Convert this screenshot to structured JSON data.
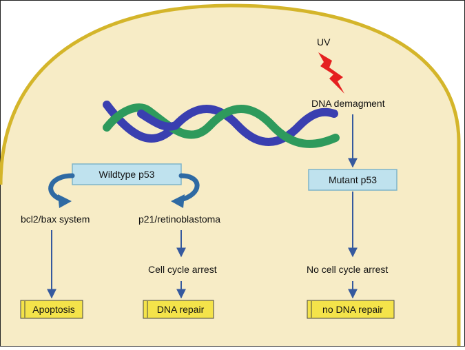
{
  "uv_label": "UV",
  "dna_damage_label": "DNA demagment",
  "wildtype_label": "Wildtype p53",
  "mutant_label": "Mutant p53",
  "bcl2_label": "bcl2/bax system",
  "p21_label": "p21/retinoblastoma",
  "cell_cycle_arrest_label": "Cell cycle arrest",
  "no_cell_cycle_arrest_label": "No cell cycle arrest",
  "apoptosis_label": "Apoptosis",
  "dna_repair_label": "DNA repair",
  "no_dna_repair_label": "no DNA repair",
  "colors": {
    "cell_fill": "#f7ecc6",
    "membrane": "#d4b52a",
    "blue_box": "#bfe2ee",
    "yellow_box": "#f4e34a",
    "arrow": "#35599e",
    "lightning": "#e52020",
    "dna_blue": "#3a3fb0",
    "dna_green": "#2e9a5c"
  }
}
